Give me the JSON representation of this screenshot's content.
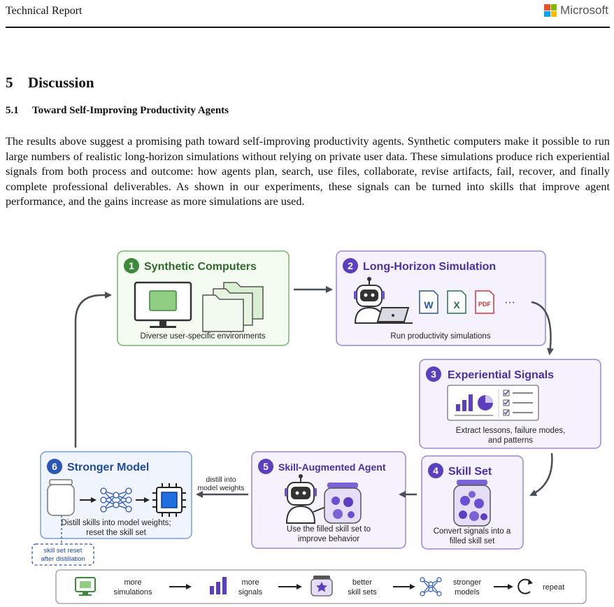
{
  "header": {
    "title": "Technical Report",
    "brand": "Microsoft",
    "logo_colors": [
      "#f25022",
      "#7fba00",
      "#00a4ef",
      "#ffb900"
    ]
  },
  "section": {
    "number": "5",
    "title": "Discussion"
  },
  "subsection": {
    "number": "5.1",
    "title": "Toward Self-Improving Productivity Agents"
  },
  "paragraph": "The results above suggest a promising path toward self-improving productivity agents. Synthetic computers make it possible to run large numbers of realistic long-horizon simulations without relying on private user data. These simulations produce rich experiential signals from both process and outcome: how agents plan, search, use files, collaborate, revise artifacts, fail, recover, and finally complete professional deliverables. As shown in our experiments, these signals can be turned into skills that improve agent performance, and the gains increase as more simulations are used.",
  "figure": {
    "colors": {
      "green": "#3c8a3a",
      "purple": "#5b3fbf",
      "blue": "#2a56b8",
      "arrow": "#4a4e57"
    },
    "boxes": {
      "b1": {
        "num": "1",
        "title": "Synthetic Computers",
        "caption": "Diverse user-specific environments"
      },
      "b2": {
        "num": "2",
        "title": "Long-Horizon Simulation",
        "caption": "Run productivity simulations",
        "file_word": "W",
        "file_excel": "X",
        "file_pdf": "PDF",
        "more": "···"
      },
      "b3": {
        "num": "3",
        "title": "Experiential Signals",
        "caption_1": "Extract lessons, failure modes,",
        "caption_2": "and patterns"
      },
      "b4": {
        "num": "4",
        "title": "Skill Set",
        "caption_1": "Convert signals into a",
        "caption_2": "filled skill set"
      },
      "b5": {
        "num": "5",
        "title": "Skill-Augmented Agent",
        "caption_1": "Use the filled skill set to",
        "caption_2": "improve behavior"
      },
      "b6": {
        "num": "6",
        "title": "Stronger Model",
        "caption_1": "Distill skills into model weights;",
        "caption_2": "reset the skill set"
      }
    },
    "distill_label_1": "distill into",
    "distill_label_2": "model weights",
    "reset_label_1": "skill set reset",
    "reset_label_2": "after distillation",
    "bottom_flow": [
      {
        "l1": "more",
        "l2": "simulations"
      },
      {
        "l1": "more",
        "l2": "signals"
      },
      {
        "l1": "better",
        "l2": "skill sets"
      },
      {
        "l1": "stronger",
        "l2": "models"
      },
      {
        "l1": "repeat",
        "l2": ""
      }
    ]
  }
}
